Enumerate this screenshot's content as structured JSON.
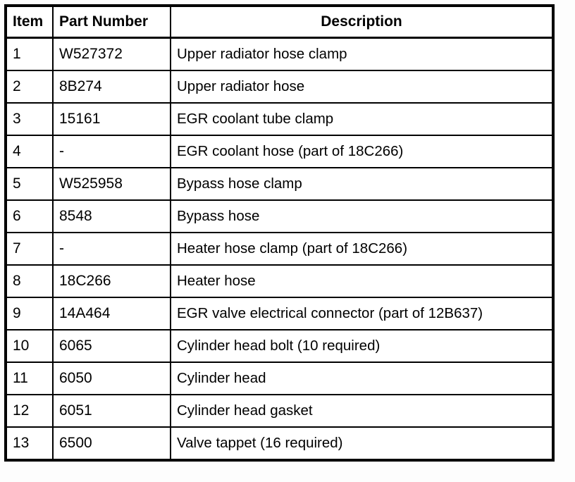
{
  "table": {
    "columns": [
      {
        "key": "item",
        "label": "Item",
        "align": "left"
      },
      {
        "key": "part_number",
        "label": "Part Number",
        "align": "left"
      },
      {
        "key": "description",
        "label": "Description",
        "align": "center"
      }
    ],
    "rows": [
      {
        "item": "1",
        "part_number": "W527372",
        "description": "Upper radiator hose clamp"
      },
      {
        "item": "2",
        "part_number": "8B274",
        "description": "Upper radiator hose"
      },
      {
        "item": "3",
        "part_number": "15161",
        "description": "EGR coolant tube clamp"
      },
      {
        "item": "4",
        "part_number": "-",
        "description": "EGR coolant hose (part of 18C266)"
      },
      {
        "item": "5",
        "part_number": "W525958",
        "description": "Bypass hose clamp"
      },
      {
        "item": "6",
        "part_number": "8548",
        "description": "Bypass hose"
      },
      {
        "item": "7",
        "part_number": "-",
        "description": "Heater hose clamp (part of 18C266)"
      },
      {
        "item": "8",
        "part_number": "18C266",
        "description": "Heater hose"
      },
      {
        "item": "9",
        "part_number": "14A464",
        "description": "EGR valve electrical connector (part of 12B637)"
      },
      {
        "item": "10",
        "part_number": "6065",
        "description": "Cylinder head bolt (10 required)"
      },
      {
        "item": "11",
        "part_number": "6050",
        "description": "Cylinder head"
      },
      {
        "item": "12",
        "part_number": "6051",
        "description": "Cylinder head gasket"
      },
      {
        "item": "13",
        "part_number": "6500",
        "description": "Valve tappet (16 required)"
      }
    ]
  },
  "colors": {
    "border": "#000000",
    "text": "#000000",
    "cell_background": "#ffffff",
    "page_background": "#fdfdfd"
  }
}
